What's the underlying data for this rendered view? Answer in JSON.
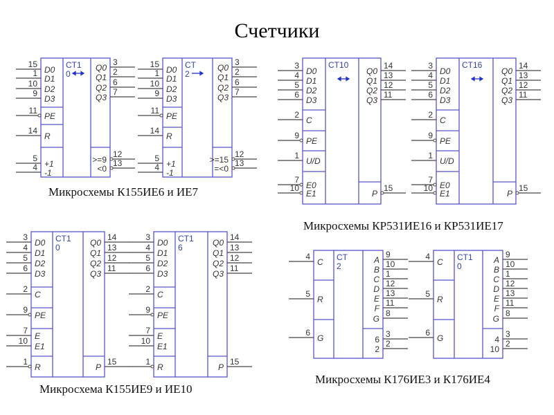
{
  "title": "Счетчики",
  "captions": {
    "c1": "Микросхемы К155ИЕ6 и ИЕ7",
    "c2": "Микросхемы КР531ИЕ16 и КР531ИЕ17",
    "c3": "Микросхема К155ИЕ9 и ИЕ10",
    "c4": "Микросхемы К176ИЕ3 и К176ИЕ4"
  },
  "chips": [
    {
      "id": "ie6",
      "ct": [
        "CT1",
        "0"
      ],
      "arrow": "both",
      "inputs": [
        {
          "pin": "15",
          "label": "D0"
        },
        {
          "pin": "1",
          "label": "D1"
        },
        {
          "pin": "10",
          "label": "D2"
        },
        {
          "pin": "9",
          "label": "D3"
        },
        {
          "pin": "11",
          "label": "PE",
          "inv": true
        },
        {
          "pin": "14",
          "label": "R"
        },
        {
          "pin": "5",
          "label": "+1"
        },
        {
          "pin": "4",
          "label": "-1"
        }
      ],
      "outputs": [
        {
          "pin": "3",
          "label": "Q0"
        },
        {
          "pin": "2",
          "label": "Q1"
        },
        {
          "pin": "6",
          "label": "Q2"
        },
        {
          "pin": "7",
          "label": "Q3"
        },
        {
          "pin": "12",
          "label": ">=9",
          "inv": true
        },
        {
          "pin": "13",
          "label": "<0",
          "inv": true
        }
      ]
    },
    {
      "id": "ie7",
      "ct": [
        "CT",
        "2"
      ],
      "arrow": "right",
      "inputs": [
        {
          "pin": "15",
          "label": "D0"
        },
        {
          "pin": "1",
          "label": "D1"
        },
        {
          "pin": "10",
          "label": "D2"
        },
        {
          "pin": "9",
          "label": "D3"
        },
        {
          "pin": "11",
          "label": "PE",
          "inv": true
        },
        {
          "pin": "14",
          "label": "R"
        },
        {
          "pin": "5",
          "label": "+1"
        },
        {
          "pin": "4",
          "label": "-1"
        }
      ],
      "outputs": [
        {
          "pin": "3",
          "label": "Q0"
        },
        {
          "pin": "2",
          "label": "Q1"
        },
        {
          "pin": "6",
          "label": "Q2"
        },
        {
          "pin": "7",
          "label": "Q3"
        },
        {
          "pin": "12",
          "label": ">=15",
          "inv": true
        },
        {
          "pin": "13",
          "label": "=<0",
          "inv": true
        }
      ]
    },
    {
      "id": "ie16",
      "ct": [
        "CT10"
      ],
      "arrow": "both",
      "inputs": [
        {
          "pin": "3",
          "label": "D0"
        },
        {
          "pin": "4",
          "label": "D1"
        },
        {
          "pin": "5",
          "label": "D2"
        },
        {
          "pin": "6",
          "label": "D3"
        },
        {
          "pin": "2",
          "label": "C"
        },
        {
          "pin": "9",
          "label": "PE",
          "inv": true
        },
        {
          "pin": "1",
          "label": "U/D"
        },
        {
          "pin": "7",
          "label": "E0",
          "inv": true
        },
        {
          "pin": "10",
          "label": "E1",
          "inv": true
        }
      ],
      "outputs": [
        {
          "pin": "14",
          "label": "Q0"
        },
        {
          "pin": "13",
          "label": "Q1"
        },
        {
          "pin": "12",
          "label": "Q2"
        },
        {
          "pin": "11",
          "label": "Q3"
        },
        {
          "pin": "15",
          "label": "P",
          "inv": true
        }
      ]
    },
    {
      "id": "ie17",
      "ct": [
        "CT16"
      ],
      "arrow": "both",
      "inputs": [
        {
          "pin": "3",
          "label": "D0"
        },
        {
          "pin": "4",
          "label": "D1"
        },
        {
          "pin": "5",
          "label": "D2"
        },
        {
          "pin": "6",
          "label": "D3"
        },
        {
          "pin": "2",
          "label": "C"
        },
        {
          "pin": "9",
          "label": "PE",
          "inv": true
        },
        {
          "pin": "1",
          "label": "U/D"
        },
        {
          "pin": "7",
          "label": "E0",
          "inv": true
        },
        {
          "pin": "10",
          "label": "E1",
          "inv": true
        }
      ],
      "outputs": [
        {
          "pin": "14",
          "label": "Q0"
        },
        {
          "pin": "13",
          "label": "Q1"
        },
        {
          "pin": "12",
          "label": "Q2"
        },
        {
          "pin": "11",
          "label": "Q3"
        },
        {
          "pin": "15",
          "label": "P",
          "inv": true
        }
      ]
    },
    {
      "id": "ie9",
      "ct": [
        "CT1",
        "0"
      ],
      "inputs": [
        {
          "pin": "3",
          "label": "D0"
        },
        {
          "pin": "4",
          "label": "D1"
        },
        {
          "pin": "5",
          "label": "D2"
        },
        {
          "pin": "6",
          "label": "D3"
        },
        {
          "pin": "2",
          "label": "C"
        },
        {
          "pin": "9",
          "label": "PE",
          "inv": true
        },
        {
          "pin": "7",
          "label": "E"
        },
        {
          "pin": "10",
          "label": "E1"
        },
        {
          "pin": "1",
          "label": "R",
          "inv": true
        }
      ],
      "outputs": [
        {
          "pin": "14",
          "label": "Q0"
        },
        {
          "pin": "13",
          "label": "Q1"
        },
        {
          "pin": "12",
          "label": "Q2"
        },
        {
          "pin": "11",
          "label": "Q3"
        },
        {
          "pin": "15",
          "label": "P"
        }
      ]
    },
    {
      "id": "ie10",
      "ct": [
        "CT1",
        "6"
      ],
      "inputs": [
        {
          "pin": "3",
          "label": "D0"
        },
        {
          "pin": "4",
          "label": "D1"
        },
        {
          "pin": "5",
          "label": "D2"
        },
        {
          "pin": "6",
          "label": "D3"
        },
        {
          "pin": "2",
          "label": "C"
        },
        {
          "pin": "9",
          "label": "PE",
          "inv": true
        },
        {
          "pin": "7",
          "label": "E"
        },
        {
          "pin": "10",
          "label": "E1"
        },
        {
          "pin": "1",
          "label": "R",
          "inv": true
        }
      ],
      "outputs": [
        {
          "pin": "14",
          "label": "Q0"
        },
        {
          "pin": "13",
          "label": "Q1"
        },
        {
          "pin": "12",
          "label": "Q2"
        },
        {
          "pin": "11",
          "label": "Q3"
        },
        {
          "pin": "15",
          "label": "P"
        }
      ]
    },
    {
      "id": "k176ie3",
      "ct": [
        "CT",
        "2"
      ],
      "inputs": [
        {
          "pin": "4",
          "label": "C"
        },
        {
          "pin": "5",
          "label": "R"
        },
        {
          "pin": "6",
          "label": "G"
        }
      ],
      "outputs": [
        {
          "pin": "9",
          "label": "A"
        },
        {
          "pin": "10",
          "label": "B"
        },
        {
          "pin": "1",
          "label": "C"
        },
        {
          "pin": "12",
          "label": "D"
        },
        {
          "pin": "13",
          "label": "E"
        },
        {
          "pin": "11",
          "label": "F"
        },
        {
          "pin": "8",
          "label": "G"
        },
        {
          "pin": "3",
          "label": "6"
        },
        {
          "pin": "2",
          "label": "2"
        }
      ]
    },
    {
      "id": "k176ie4",
      "ct": [
        "CT1",
        "0"
      ],
      "inputs": [
        {
          "pin": "4",
          "label": "C"
        },
        {
          "pin": "5",
          "label": "R"
        },
        {
          "pin": "6",
          "label": "G"
        }
      ],
      "outputs": [
        {
          "pin": "9",
          "label": "A"
        },
        {
          "pin": "10",
          "label": "B"
        },
        {
          "pin": "1",
          "label": "C"
        },
        {
          "pin": "12",
          "label": "D"
        },
        {
          "pin": "13",
          "label": "E"
        },
        {
          "pin": "11",
          "label": "F"
        },
        {
          "pin": "8",
          "label": "G"
        },
        {
          "pin": "3",
          "label": "4"
        },
        {
          "pin": "2",
          "label": "10"
        }
      ]
    }
  ],
  "colors": {
    "outline": "#5555cc",
    "label_accent": "#3344aa",
    "arrow": "#2233cc"
  }
}
